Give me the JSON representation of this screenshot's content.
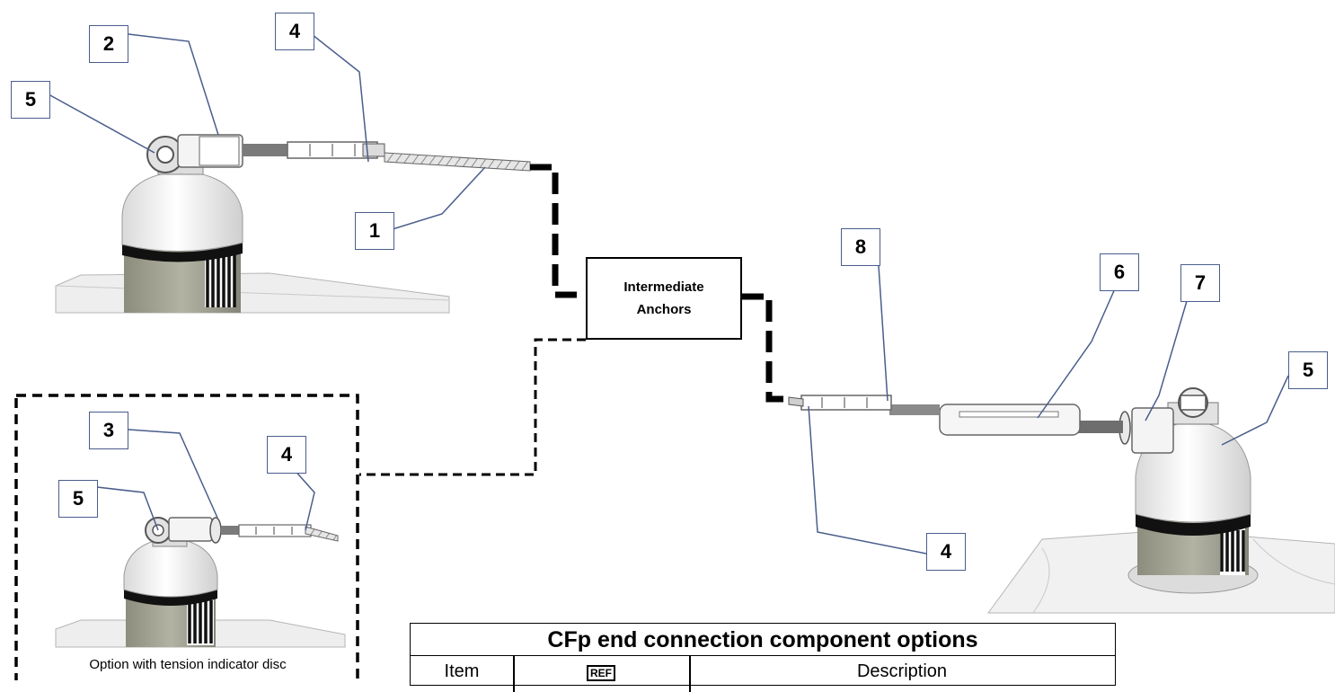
{
  "callouts": [
    "1",
    "2",
    "3",
    "4",
    "5",
    "6",
    "7",
    "8"
  ],
  "anchors": {
    "line1": "Intermediate",
    "line2": "Anchors"
  },
  "option_caption": "Option with tension indicator disc",
  "table": {
    "title": "CFp end connection component options",
    "headers": [
      "Item",
      "REF",
      "Description"
    ]
  }
}
